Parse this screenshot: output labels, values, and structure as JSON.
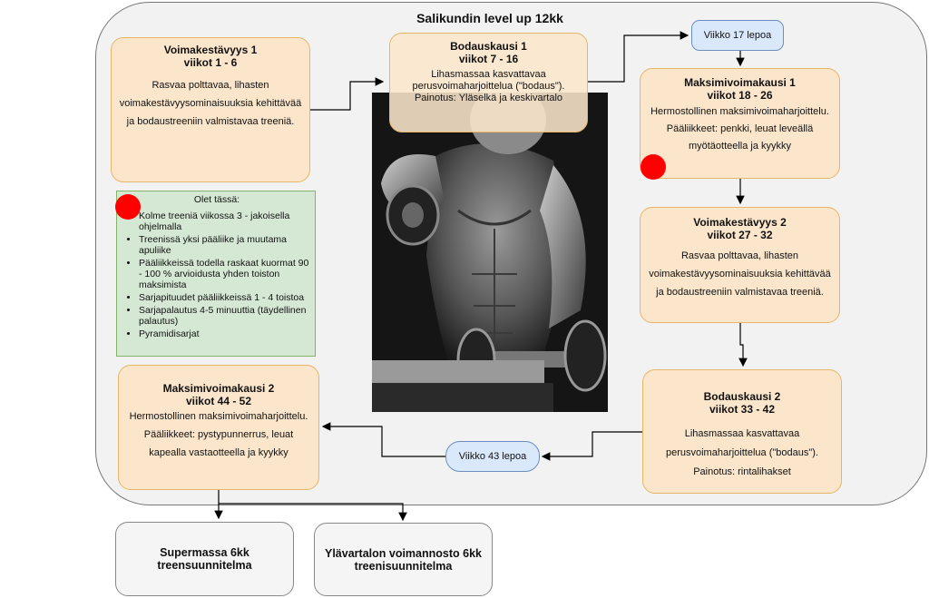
{
  "title": "Salikundin level up 12kk",
  "phases": {
    "voima1": {
      "title": "Voimakestävyys 1",
      "weeks": "viikot 1 - 6",
      "body": "Rasvaa polttavaa, lihasten voimakestävyysominaisuuksia kehittävää ja bodaustreeniin valmistavaa treeniä."
    },
    "bodaus1": {
      "title": "Bodauskausi 1",
      "weeks": "viikot 7 - 16",
      "body": "Lihasmassaa kasvattavaa perusvoimaharjoittelua (\"bodaus\").",
      "focus": "Painotus: Yläselkä ja keskivartalo"
    },
    "maksimi1": {
      "title": "Maksimivoimakausi 1",
      "weeks": "viikot 18 - 26",
      "body": "Hermostollinen maksimivoimaharjoittelu.",
      "lifts": "Pääliikkeet: penkki, leuat leveällä myötäotteella ja kyykky"
    },
    "voima2": {
      "title": "Voimakestävyys 2",
      "weeks": "viikot 27 - 32",
      "body": "Rasvaa polttavaa, lihasten voimakestävyysominaisuuksia kehittävää ja bodaustreeniin valmistavaa treeniä."
    },
    "bodaus2": {
      "title": "Bodauskausi 2",
      "weeks": "viikot 33 - 42",
      "body": "Lihasmassaa kasvattavaa perusvoimaharjoittelua (\"bodaus\").",
      "focus": "Painotus: rintalihakset"
    },
    "maksimi2": {
      "title": "Maksimivoimakausi 2",
      "weeks": "viikot 44 - 52",
      "body": "Hermostollinen maksimivoimaharjoittelu.",
      "lifts": "Pääliikkeet: pystypunnerrus, leuat kapealla vastaotteella ja kyykky"
    }
  },
  "rests": {
    "week17": "Viikko 17 lepoa",
    "week43": "Viikko 43 lepoa"
  },
  "notes": {
    "title": "Olet tässä:",
    "items": [
      "Kolme treeniä viikossa 3 - jakoisella ohjelmalla",
      "Treenissä yksi pääliike ja muutama apuliike",
      "Pääliikkeissä todella raskaat kuormat 90 - 100 % arvioidusta yhden toiston maksimista",
      "Sarjapituudet pääliikkeissä 1 - 4 toistoa",
      "Sarjapalautus 4-5 minuuttia (täydellinen palautus)",
      "Pyramidisarjat"
    ]
  },
  "next_plans": {
    "supermassa": "Supermassa 6kk treensuunnitelma",
    "ylavartalo": "Ylävartalon voimannosto 6kk treenisuunnitelma"
  },
  "colors": {
    "phase_fill": "#fbe6cc",
    "phase_border": "#e7b567",
    "rest_fill": "#dae8fc",
    "notes_fill": "#d5e8d4",
    "marker": "#ff0000"
  }
}
